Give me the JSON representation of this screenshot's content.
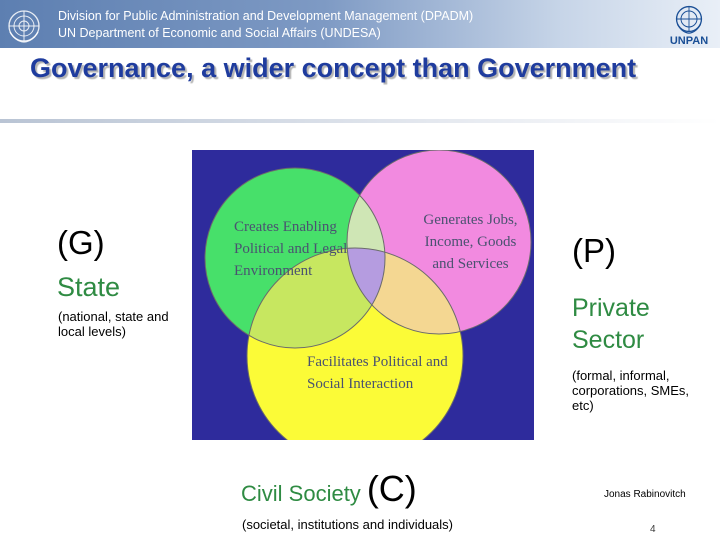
{
  "header": {
    "org_line1": "Division for Public Administration and Development Management (DPADM)",
    "org_line2": "UN Department of Economic and Social Affairs (UNDESA)",
    "unpan_label": "UNPAN",
    "left_logo_icon": "un-emblem-icon",
    "right_logo_icon": "un-emblem-icon",
    "banner_color": "#5d7fb1"
  },
  "title": "Governance, a wider concept than Government",
  "sector_g": {
    "letter": "(G)",
    "name": "State",
    "description": "(national, state and local levels)"
  },
  "sector_p": {
    "letter": "(P)",
    "name": "Private Sector",
    "description": "(formal, informal, corporations, SMEs, etc)"
  },
  "sector_c": {
    "name": "Civil Society",
    "letter": "(C)",
    "description": "(societal, institutions and individuals)"
  },
  "venn": {
    "background_color": "#2e2b9c",
    "circle_g_color": "#47e06a",
    "circle_p_color": "#f28ae0",
    "circle_c_color": "#fbfb37",
    "overlap_gp_color": "#cfe6b5",
    "overlap_gc_color": "#c7e760",
    "overlap_pc_color": "#f4d792",
    "overlap_center_color": "#b59ce0",
    "creates_text": "Creates Enabling Political and Legal Environment",
    "generates_text": "Generates Jobs, Income, Goods and Services",
    "facilitates_text": "Facilitates Political and Social Interaction"
  },
  "footer": {
    "author": "Jonas Rabinovitch",
    "page_number": "4"
  },
  "title_color": "#1f3c9e",
  "label_color": "#2f8b43"
}
